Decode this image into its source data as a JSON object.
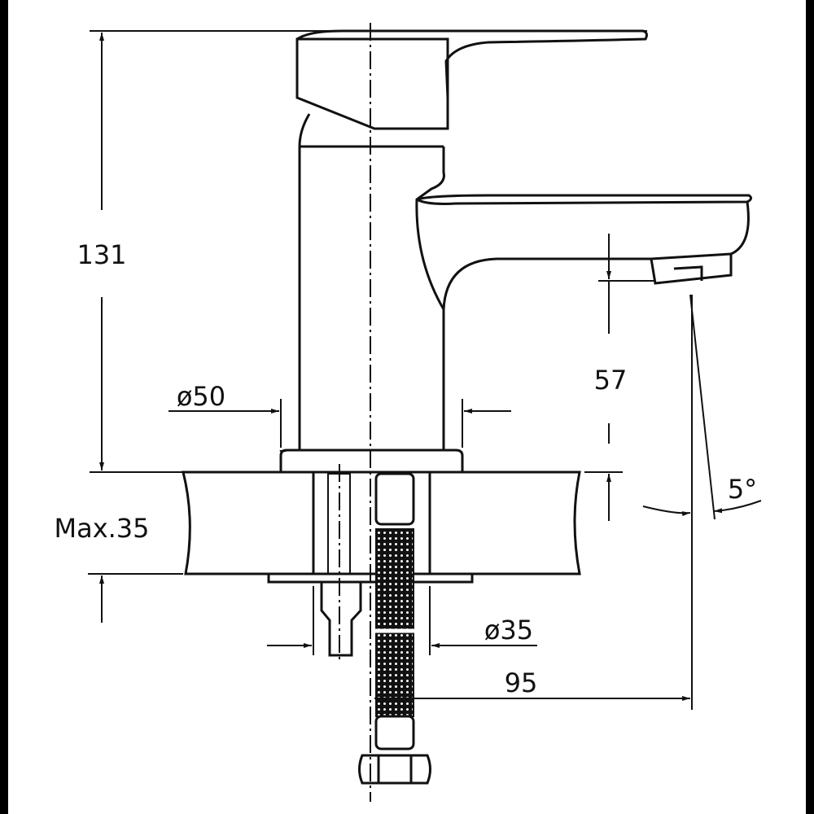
{
  "dimensions": {
    "height_total": "131",
    "spout_height": "57",
    "base_diameter": "ø50",
    "max_thickness": "Max.35",
    "hole_diameter": "ø35",
    "reach": "95",
    "angle": "5°"
  },
  "colors": {
    "line": "#111111",
    "background": "#ffffff"
  }
}
